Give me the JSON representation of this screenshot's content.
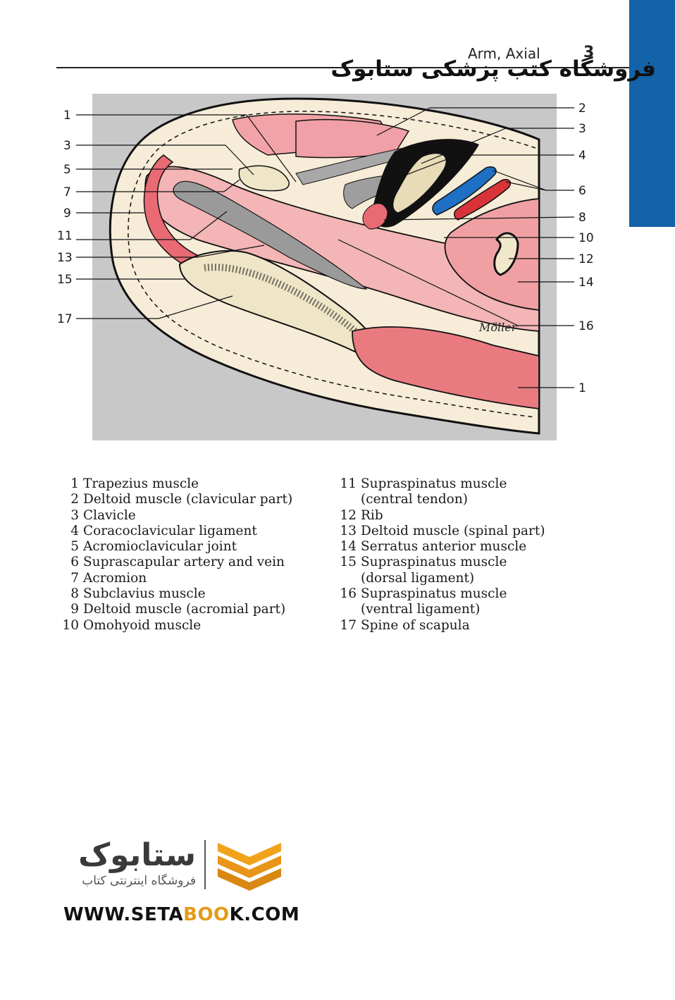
{
  "header": {
    "section_title": "Arm, Axial",
    "chapter_number": "3",
    "watermark_text": "فروشگاه کتب پزشکی ستابوک",
    "tab_color": "#1462a8"
  },
  "figure": {
    "signature": "Möller",
    "left_labels": [
      "1",
      "3",
      "5",
      "7",
      "9",
      "11",
      "13",
      "15",
      "17"
    ],
    "right_labels": [
      "2",
      "3",
      "4",
      "6",
      "8",
      "10",
      "12",
      "14",
      "16",
      "1"
    ]
  },
  "legend": {
    "left": [
      {
        "num": "1",
        "text": "Trapezius muscle"
      },
      {
        "num": "2",
        "text": "Deltoid muscle (clavicular part)"
      },
      {
        "num": "3",
        "text": "Clavicle"
      },
      {
        "num": "4",
        "text": "Coracoclavicular ligament"
      },
      {
        "num": "5",
        "text": "Acromioclavicular joint"
      },
      {
        "num": "6",
        "text": "Suprascapular artery and vein"
      },
      {
        "num": "7",
        "text": "Acromion"
      },
      {
        "num": "8",
        "text": "Subclavius muscle"
      },
      {
        "num": "9",
        "text": "Deltoid muscle (acromial part)"
      },
      {
        "num": "10",
        "text": "Omohyoid muscle"
      }
    ],
    "right": [
      {
        "num": "11",
        "text": "Supraspinatus muscle",
        "cont": "(central tendon)"
      },
      {
        "num": "12",
        "text": "Rib"
      },
      {
        "num": "13",
        "text": "Deltoid muscle (spinal part)"
      },
      {
        "num": "14",
        "text": "Serratus anterior muscle"
      },
      {
        "num": "15",
        "text": "Supraspinatus muscle",
        "cont": "(dorsal ligament)"
      },
      {
        "num": "16",
        "text": "Supraspinatus muscle",
        "cont": "(ventral ligament)"
      },
      {
        "num": "17",
        "text": "Spine of scapula"
      }
    ]
  },
  "footer": {
    "logo_fa": "ستابوک",
    "logo_tagline": "فروشگاه اینترنتی کتاب",
    "url_prefix": "WWW.SETA",
    "url_accent": "BOO",
    "url_suffix": "K.COM",
    "accent_color": "#e59a16"
  }
}
